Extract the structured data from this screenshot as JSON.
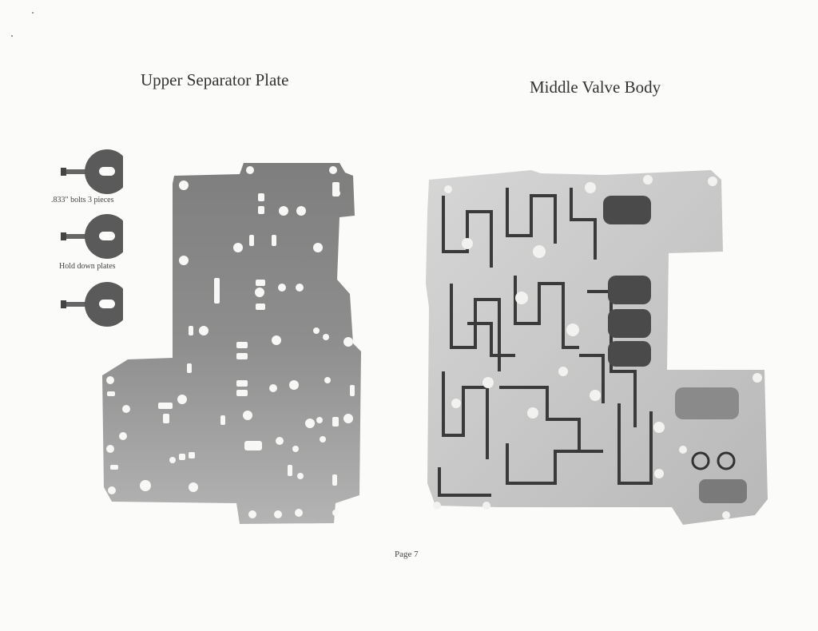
{
  "page": {
    "left_title": "Upper Separator Plate",
    "right_title": "Middle Valve Body",
    "bolt_caption": ".833\" bolts 3 pieces",
    "plate_caption": "Hold down plates",
    "page_number": "Page 7"
  },
  "colors": {
    "plate_gray": "#8a8a8a",
    "casting_gray": "#c9c9c9",
    "ink": "#333333"
  }
}
